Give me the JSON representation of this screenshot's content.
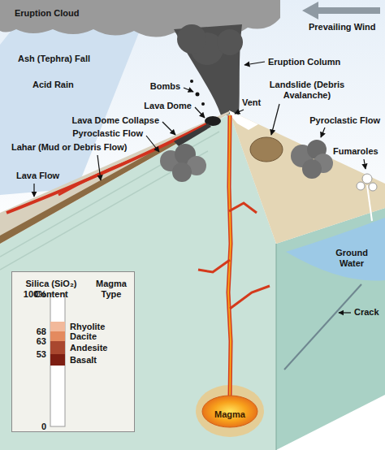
{
  "diagram": {
    "nodes": [
      {
        "text": [
          "Silica (SiO₂) Content",
          "Magma Type"
        ]
      },
      {
        "text": [
          "Magma"
        ]
      }
    ],
    "labels": [
      "Eruption Cloud",
      "Prevailing Wind",
      "Ash (Tephra) Fall",
      "Eruption Column",
      "Acid Rain",
      "Bombs",
      "Landslide (Debris Avalanche)",
      "Vent",
      "Lava Dome",
      "Lava Dome Collapse",
      "Pyroclastic Flow",
      "Pyroclastic Flow",
      "Fumaroles",
      "Lahar (Mud or Debris Flow)",
      "Lava Flow",
      "Ground Water",
      "Crack",
      "100%",
      "68",
      "63",
      "53",
      "0"
    ],
    "legend": [
      {
        "text": "Rhyolite",
        "color": "#f2b99b"
      },
      {
        "text": "Dacite",
        "color": "#e48a5f"
      },
      {
        "text": "Andesite",
        "color": "#a9472f"
      },
      {
        "text": "Basalt",
        "color": "#7d1e12"
      }
    ]
  }
}
